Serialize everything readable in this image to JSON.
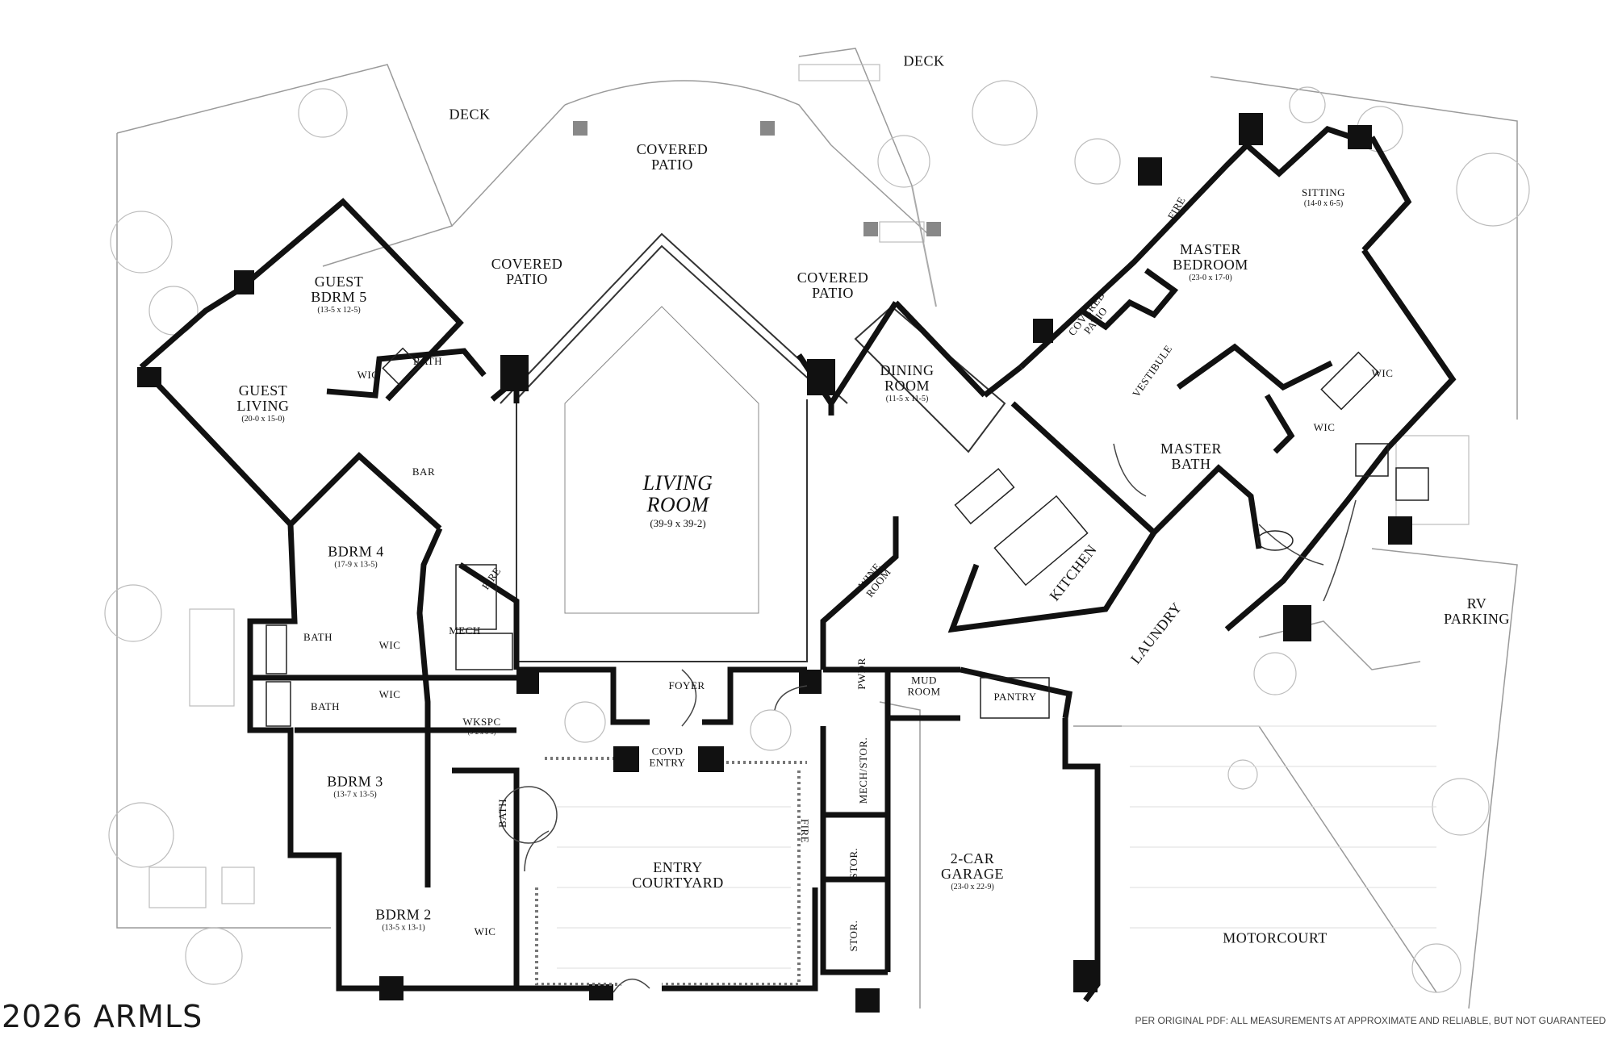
{
  "rooms": {
    "deck_left": "DECK",
    "deck_top": "DECK",
    "covered_patio_top": "COVERED\nPATIO",
    "covered_patio_left": "COVERED\nPATIO",
    "covered_patio_right": "COVERED\nPATIO",
    "covered_patio_master": "COVERED\nPATIO",
    "guest_bdrm5": {
      "name": "GUEST\nBDRM 5",
      "dim": "(13-5 x 12-5)"
    },
    "guest_living": {
      "name": "GUEST\nLIVING",
      "dim": "(20-0 x 15-0)"
    },
    "wic_guest": "WIC",
    "bath_guest": "BATH",
    "bar": "BAR",
    "living_room": {
      "name": "LIVING\nROOM",
      "dim": "(39-9 x 39-2)"
    },
    "dining_room": {
      "name": "DINING\nROOM",
      "dim": "(11-5 x 11-5)"
    },
    "sitting": {
      "name": "SITTING",
      "dim": "(14-0 x 6-5)"
    },
    "fire_master": "FIRE",
    "master_bedroom": {
      "name": "MASTER\nBEDROOM",
      "dim": "(23-0 x 17-0)"
    },
    "vestibule": "VESTIBULE",
    "wic_master1": "WIC",
    "wic_master2": "WIC",
    "master_bath": "MASTER\nBATH",
    "kitchen": "KITCHEN",
    "wine_room": "WINE\nROOM",
    "laundry": "LAUNDRY",
    "bdrm4": {
      "name": "BDRM 4",
      "dim": "(17-9 x 13-5)"
    },
    "fire_bdrm": "FIRE",
    "bath_b4": "BATH",
    "wic_b4": "WIC",
    "mech": "MECH",
    "bath_b3": "BATH",
    "wic_b3": "WIC",
    "wkspc": {
      "name": "WKSPC",
      "dim": "(9-2 x 6-5)"
    },
    "foyer": "FOYER",
    "covd_entry": "COVD\nENTRY",
    "pwdr": "PWDR",
    "mud_room": "MUD\nROOM",
    "pantry": "PANTRY",
    "mech_stor": "MECH/STOR.",
    "bdrm3": {
      "name": "BDRM 3",
      "dim": "(13-7 x 13-5)"
    },
    "bath_hall": "BATH",
    "entry_courtyard": "ENTRY\nCOURTYARD",
    "fire_court": "FIRE",
    "stor1": "STOR.",
    "stor2": "STOR.",
    "garage": {
      "name": "2-CAR\nGARAGE",
      "dim": "(23-0 x 22-9)"
    },
    "bdrm2": {
      "name": "BDRM 2",
      "dim": "(13-5 x 13-1)"
    },
    "wic_b2": "WIC",
    "motorcourt": "MOTORCOURT",
    "rv_parking": "RV\nPARKING"
  },
  "footer": {
    "watermark": "2026 ARMLS",
    "disclaimer": "PER ORIGINAL PDF: ALL MEASUREMENTS AT APPROXIMATE AND RELIABLE, BUT NOT GUARANTEED"
  },
  "colors": {
    "wall": "#111111",
    "line": "#555555",
    "landscape": "#bbbbbb"
  }
}
